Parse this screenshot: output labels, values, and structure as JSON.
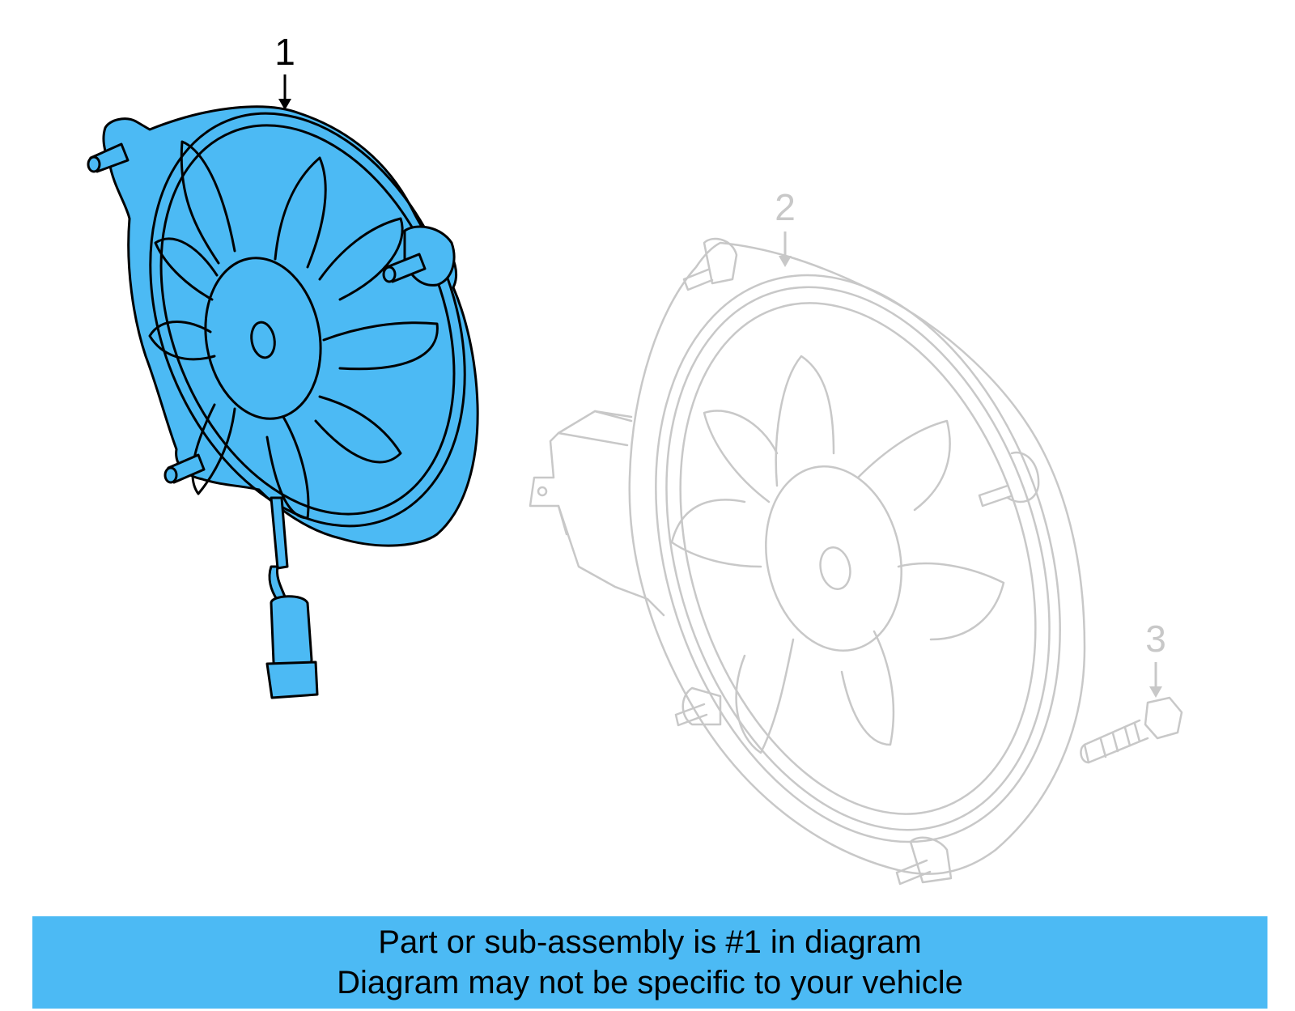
{
  "colors": {
    "highlight_fill": "#4cbaf4",
    "highlight_stroke": "#000000",
    "ghost_stroke": "#c8c8c8",
    "caption_background": "#4cbaf4"
  },
  "callouts": [
    {
      "number": "1",
      "label": "fan-assembly"
    },
    {
      "number": "2",
      "label": "fan-shroud"
    },
    {
      "number": "3",
      "label": "bolt"
    }
  ],
  "caption": {
    "line1": "Part or sub-assembly is #1 in diagram",
    "line2": "Diagram may not be specific to your vehicle"
  }
}
